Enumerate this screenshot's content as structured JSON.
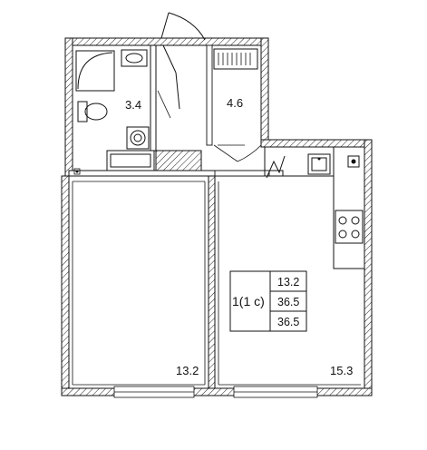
{
  "rooms": {
    "bathroom_area": "3.4",
    "hall_area": "4.6",
    "bedroom_area": "13.2",
    "kitchen_area": "15.3"
  },
  "summary": {
    "apartment_type": "1(1 с)",
    "living_area": "13.2",
    "total_area": "36.5",
    "total_area_incl_balcony": "36.5"
  }
}
